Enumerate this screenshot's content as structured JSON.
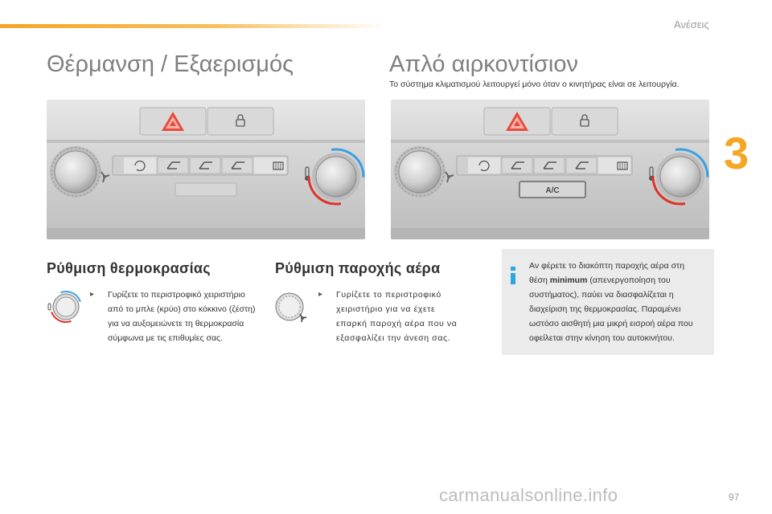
{
  "header": {
    "section_name": "Ανέσεις",
    "chapter_number": "3"
  },
  "left": {
    "title": "Θέρμανση / Εξαερισμός",
    "subsection_title": "Ρύθμιση θερμοκρασίας",
    "bullet": {
      "lines": [
        "Γυρίζετε το περιστροφικό χειριστήριο",
        "από το μπλε (κρύο) στο κόκκινο (ζέστη)",
        "για να αυξομειώνετε τη θερμοκρασία",
        "σύμφωνα με τις επιθυμίες σας."
      ]
    }
  },
  "right": {
    "title": "Απλό αιρκοντίσιον",
    "subtitle": "Το σύστημα κλιματισμού λειτουργεί μόνο όταν ο κινητήρας είναι σε λειτουργία.",
    "subsection_title": "Ρύθμιση παροχής αέρα",
    "bullet": {
      "lines": [
        "Γυρίζετε το περιστροφικό",
        "χειριστήριο για να έχετε",
        "επαρκή παροχή αέρα που να",
        "εξασφαλίζει την άνεση σας."
      ]
    },
    "ac_button_label": "A/C"
  },
  "info": {
    "line1": "Αν φέρετε το διακόπτη παροχής αέρα στη",
    "line2_prefix": "θέση ",
    "line2_bold": "minimum",
    "line2_suffix": " (απενεργοποίηση του",
    "line3": "συστήματος), παύει να διασφαλίζεται η",
    "line4": "διαχείριση της θερμοκρασίας. Παραμένει",
    "line5": "ωστόσο αισθητή μια μικρή εισροή αέρα που",
    "line6": "οφείλεται στην κίνηση του αυτοκινήτου."
  },
  "footer": {
    "page_number": "97",
    "watermark": "carmanualsonline.info"
  },
  "colors": {
    "accent": "#f5a623",
    "info_icon": "#2aa6e0",
    "hazard": "#e94b3c",
    "cold": "#3aa0e0",
    "hot": "#e0322a"
  },
  "icons": [
    "info-icon",
    "hazard-icon",
    "lock-icon",
    "recirculation-icon",
    "fan-icon",
    "thermometer-icon",
    "rear-defrost-icon",
    "seat-heating-icon"
  ]
}
